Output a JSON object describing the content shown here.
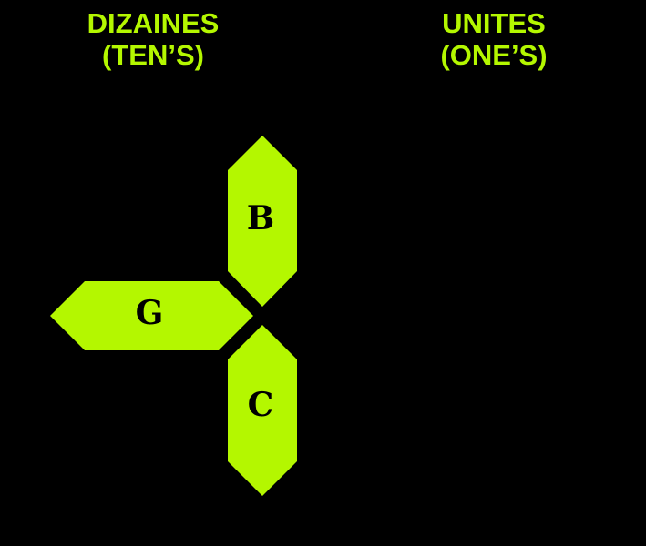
{
  "headings": {
    "tens": {
      "line1": "DIZAINES",
      "line2": "(TEN’S)"
    },
    "ones": {
      "line1": "UNITES",
      "line2": "(ONE’S)"
    }
  },
  "segments": {
    "b": "B",
    "g": "G",
    "c": "C"
  },
  "colors": {
    "background": "#000000",
    "segment": "#b4f700",
    "label": "#000000"
  }
}
